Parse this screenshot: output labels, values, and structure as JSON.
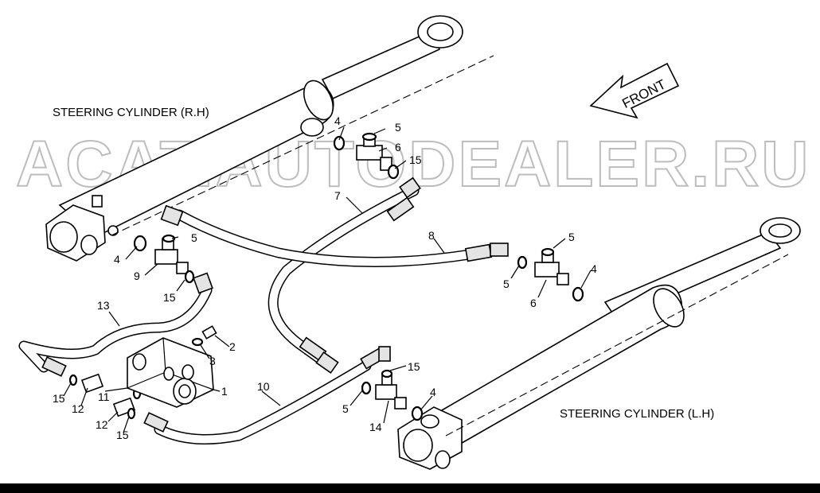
{
  "captions": {
    "cylinder_rh": "STEERING CYLINDER (R.H)",
    "cylinder_lh": "STEERING CYLINDER (L.H)",
    "front": "FRONT"
  },
  "watermark": "ACAT.AUTODEALER.RU",
  "callouts": {
    "c1": "1",
    "c2": "2",
    "c3": "3",
    "c4a": "4",
    "c4b": "4",
    "c4c": "4",
    "c4d": "4",
    "c5a": "5",
    "c5b": "5",
    "c5c": "5",
    "c5d": "5",
    "c5e": "5",
    "c6a": "6",
    "c6b": "6",
    "c7": "7",
    "c8": "8",
    "c9": "9",
    "c10": "10",
    "c11": "11",
    "c12a": "12",
    "c12b": "12",
    "c13": "13",
    "c14": "14",
    "c15a": "15",
    "c15b": "15",
    "c15c": "15",
    "c15d": "15",
    "c15e": "15"
  },
  "colors": {
    "line": "#000000",
    "watermark": "#bdbdbd",
    "background": "#ffffff"
  }
}
